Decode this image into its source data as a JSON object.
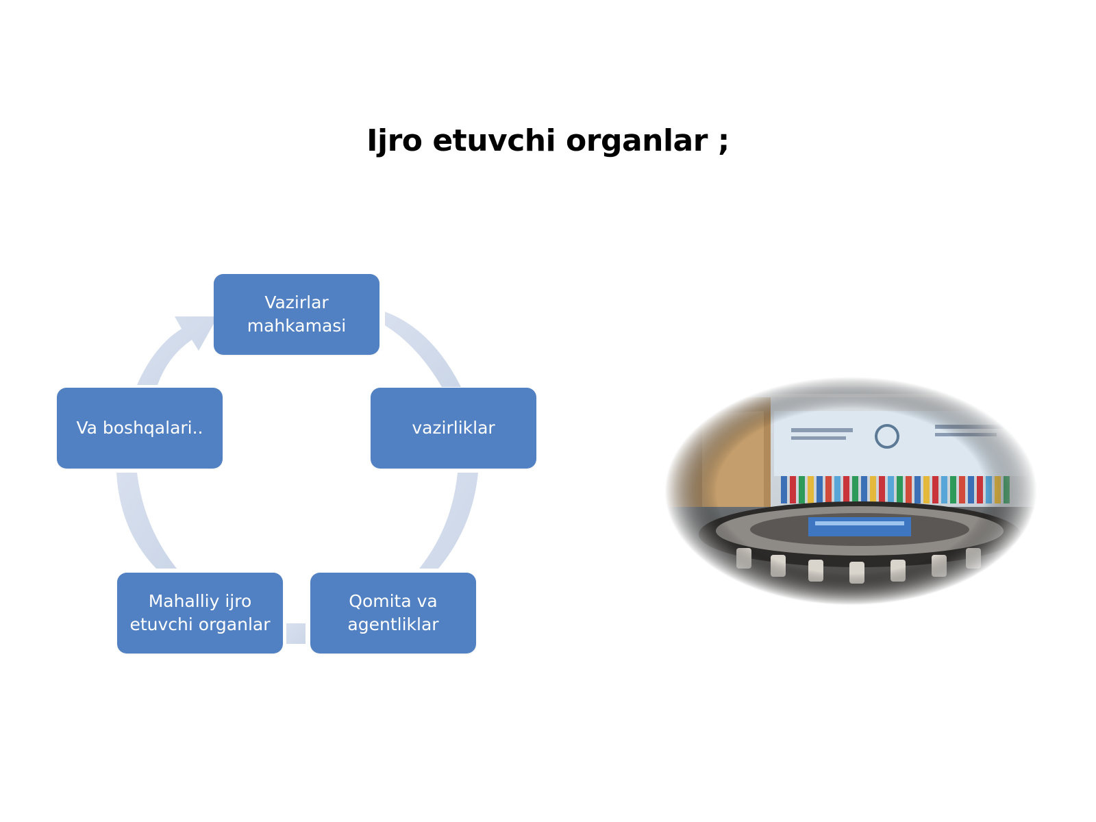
{
  "slide": {
    "title": "Ijro etuvchi organlar ;"
  },
  "colors": {
    "node_fill": "#5181C2",
    "arrow_fill": "#D3DCEB",
    "text": "#FFFFFF"
  },
  "diagram": {
    "type": "cycle",
    "nodes": [
      {
        "id": "vazirlar-mahkamasi",
        "label": "Vazirlar mahkamasi"
      },
      {
        "id": "vazirliklar",
        "label": "vazirliklar"
      },
      {
        "id": "qomita-va-agentliklar",
        "label": "Qomita va agentliklar"
      },
      {
        "id": "mahalliy-ijro-etuvchi-organlar",
        "label": "Mahalliy ijro etuvchi organlar"
      },
      {
        "id": "va-boshqalari",
        "label": "Va boshqalari.."
      }
    ]
  },
  "photo": {
    "subject": "conference-hall-photo"
  }
}
